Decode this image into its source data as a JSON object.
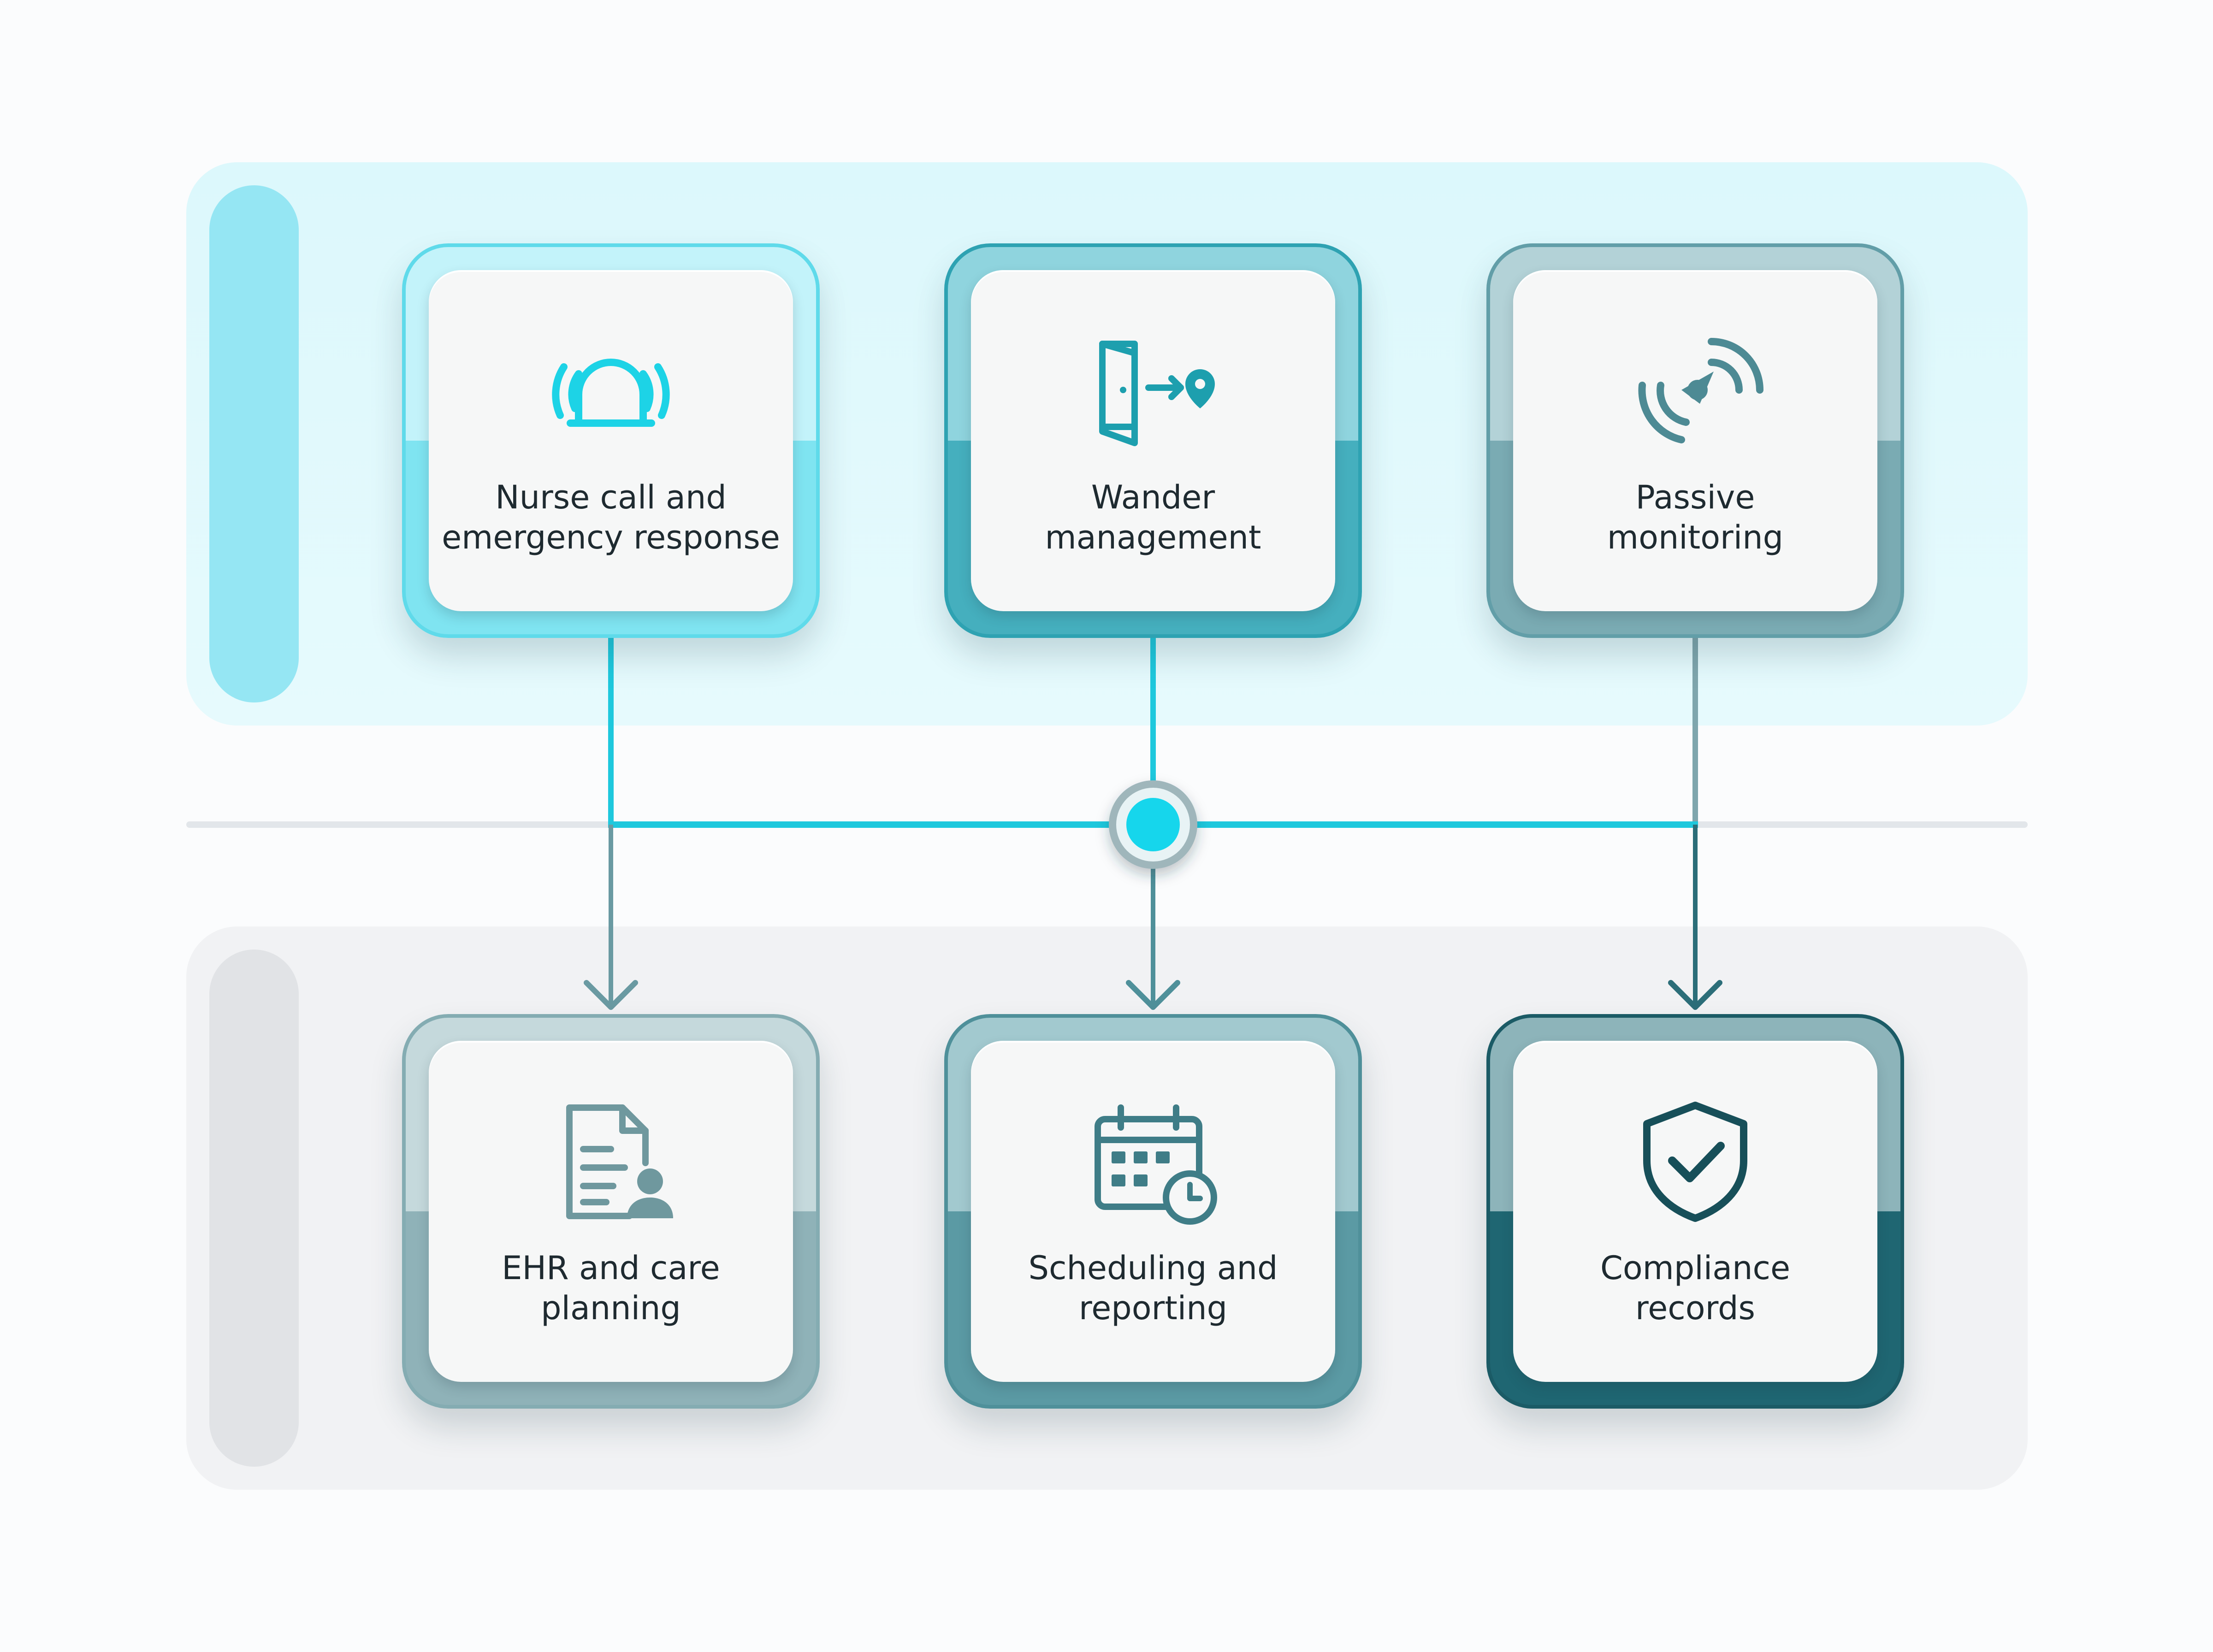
{
  "top_row": [
    {
      "id": "nurse",
      "label_line1": "Nurse call and",
      "label_line2": "emergency response",
      "icon": "alarm-siren-icon",
      "color": "#1dd3e6"
    },
    {
      "id": "wander",
      "label_line1": "Wander",
      "label_line2": "management",
      "icon": "door-exit-location-icon",
      "color": "#1d9fae"
    },
    {
      "id": "passive",
      "label_line1": "Passive",
      "label_line2": "monitoring",
      "icon": "sensor-signal-icon",
      "color": "#4d8a94"
    }
  ],
  "bottom_row": [
    {
      "id": "ehr",
      "label_line1": "EHR and care",
      "label_line2": "planning",
      "icon": "document-user-icon",
      "color": "#6f989e"
    },
    {
      "id": "sched",
      "label_line1": "Scheduling and",
      "label_line2": "reporting",
      "icon": "calendar-clock-icon",
      "color": "#3f7d87"
    },
    {
      "id": "comp",
      "label_line1": "Compliance",
      "label_line2": "records",
      "icon": "shield-check-icon",
      "color": "#174f59"
    }
  ],
  "colors": {
    "hub": "#13d6ec",
    "connector_top": "#1ec8dd",
    "connector_bottom": "#6a9aa2"
  }
}
